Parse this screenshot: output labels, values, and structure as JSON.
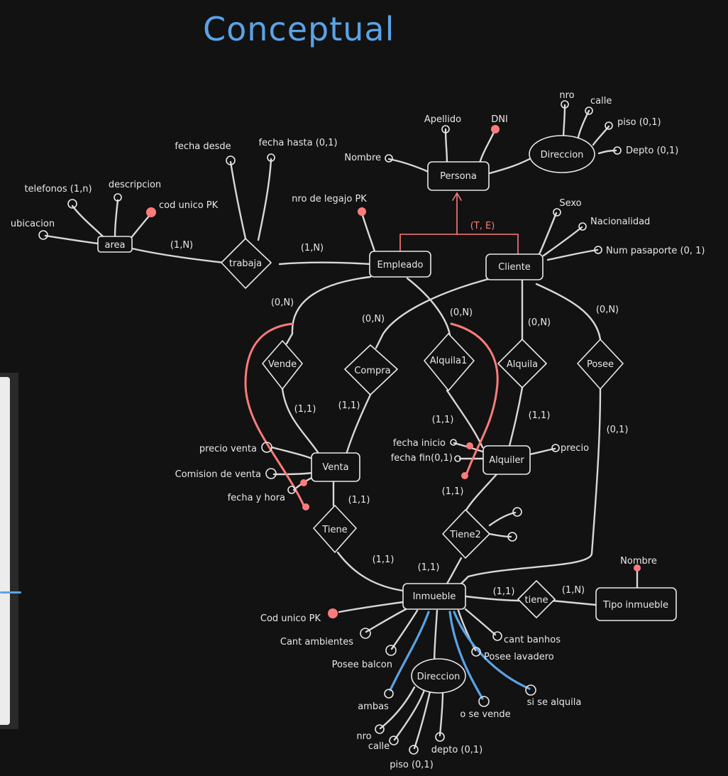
{
  "title": "Conceptual",
  "colors": {
    "background": "#121212",
    "stroke": "#d8d8d8",
    "label": "#e8e8e8",
    "title": "#5ba3e6",
    "key_attribute": "#ff7b7b",
    "hierarchy": "#ff7b7b",
    "exclusive_arcs": "#5ba3e6"
  },
  "entities": {
    "persona": "Persona",
    "area": "area",
    "empleado": "Empleado",
    "cliente": "Cliente",
    "venta": "Venta",
    "alquiler": "Alquiler",
    "inmueble": "Inmueble",
    "tipo_inmueble": "Tipo inmueble"
  },
  "relationships": {
    "trabaja": "trabaja",
    "vende": "Vende",
    "compra": "Compra",
    "alquila1": "Alquila1",
    "alquila": "Alquila",
    "posee": "Posee",
    "tiene": "Tiene",
    "tiene2": "Tiene2",
    "tiene_tipo": "tiene"
  },
  "composites": {
    "persona_direccion": "Direccion",
    "inmueble_direccion": "Direccion"
  },
  "attributes": {
    "apellido": "Apellido",
    "dni": "DNI",
    "nombre_persona": "Nombre",
    "nro_persona": "nro",
    "calle_persona": "calle",
    "piso_persona": "piso (0,1)",
    "depto_persona": "Depto (0,1)",
    "fecha_desde": "fecha desde",
    "fecha_hasta": "fecha hasta (0,1)",
    "telefonos": "telefonos (1,n)",
    "descripcion": "descripcion",
    "cod_unico_area": "cod unico PK",
    "ubicacion": "ubicacion",
    "nro_legajo": "nro de legajo PK",
    "sexo": "Sexo",
    "nacionalidad": "Nacionalidad",
    "num_pasaporte": "Num pasaporte (0, 1)",
    "precio_venta": "precio venta",
    "comision_venta": "Comision de venta",
    "fecha_hora": "fecha y hora",
    "fecha_inicio": "fecha inicio",
    "fecha_fin": "fecha fin(0,1)",
    "precio": "precio",
    "nombre_tipo": "Nombre",
    "cod_unico_inmueble": "Cod unico PK",
    "cant_ambientes": "Cant ambientes",
    "posee_balcon": "Posee balcon",
    "cant_banhos": "cant banhos",
    "posee_lavadero": "Posee lavadero",
    "ambas": "ambas",
    "o_se_vende": "o se vende",
    "si_se_alquila": "si se alquila",
    "nro_inmueble": "nro",
    "calle_inmueble": "calle",
    "piso_inmueble": "piso (0,1)",
    "depto_inmueble": "depto (0,1)"
  },
  "hierarchy_label": "(T, E)",
  "cardinalities": {
    "area_trabaja": "(1,N)",
    "trabaja_empleado": "(1,N)",
    "empleado_vende": "(0,N)",
    "cliente_compra": "(0,N)",
    "empleado_alquila1": "(0,N)",
    "cliente_alquila": "(0,N)",
    "cliente_posee": "(0,N)",
    "vende_venta": "(1,1)",
    "compra_venta": "(1,1)",
    "alquila1_alquiler": "(1,1)",
    "alquila_alquiler": "(1,1)",
    "posee_inmueble": "(0,1)",
    "venta_tiene": "(1,1)",
    "alquiler_tiene2": "(1,1)",
    "tiene_inmueble": "(1,1)",
    "tiene2_inmueble": "(1,1)",
    "inmueble_tiene": "(1,1)",
    "tiene_tipo": "(1,N)"
  }
}
